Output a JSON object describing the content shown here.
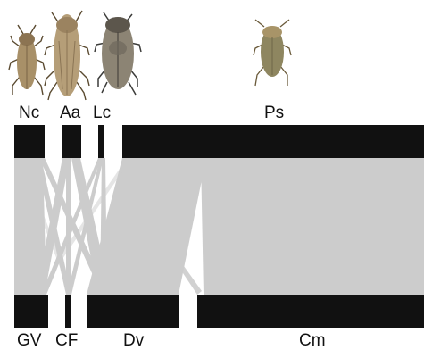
{
  "top_labels": {
    "nc": "Nc",
    "aa": "Aa",
    "lc": "Lc",
    "ps": "Ps"
  },
  "bottom_labels": {
    "gv": "GV",
    "cf": "CF",
    "dv": "Dv",
    "cm": "Cm"
  },
  "top_nodes": [
    "Nc",
    "Aa",
    "Lc",
    "Ps"
  ],
  "bottom_nodes": [
    "GV",
    "CF",
    "Dv",
    "Cm"
  ],
  "links": [
    {
      "from": "Nc",
      "to": "GV"
    },
    {
      "from": "Nc",
      "to": "CF"
    },
    {
      "from": "Nc",
      "to": "Dv"
    },
    {
      "from": "Aa",
      "to": "GV"
    },
    {
      "from": "Aa",
      "to": "CF"
    },
    {
      "from": "Aa",
      "to": "Dv"
    },
    {
      "from": "Lc",
      "to": "GV"
    },
    {
      "from": "Lc",
      "to": "CF"
    },
    {
      "from": "Lc",
      "to": "Dv"
    },
    {
      "from": "Ps",
      "to": "Dv"
    },
    {
      "from": "Ps",
      "to": "Cm"
    }
  ],
  "colors": {
    "bar": "#111111",
    "link": "#cccccc",
    "insect_body": "#a08a66",
    "insect_dark": "#4a4a48"
  },
  "icons": [
    "insect-nc-icon",
    "insect-aa-icon",
    "insect-lc-icon",
    "insect-ps-icon"
  ]
}
